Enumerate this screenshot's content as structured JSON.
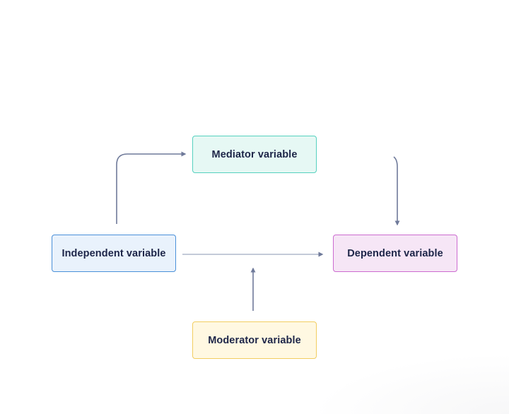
{
  "diagram": {
    "nodes": {
      "mediator": {
        "label": "Mediator variable",
        "border_color": "#55d1bf",
        "fill_color": "#e6f8f4"
      },
      "independent": {
        "label": "Independent variable",
        "border_color": "#4a90d9",
        "fill_color": "#e9f2fc"
      },
      "dependent": {
        "label": "Dependent variable",
        "border_color": "#cc6bd0",
        "fill_color": "#f6e6f6"
      },
      "moderator": {
        "label": "Moderator variable",
        "border_color": "#f2cd60",
        "fill_color": "#fff8e2"
      }
    },
    "edges": [
      {
        "from": "independent",
        "to": "mediator"
      },
      {
        "from": "mediator",
        "to": "dependent"
      },
      {
        "from": "independent",
        "to": "dependent"
      },
      {
        "from": "moderator",
        "to": "independent-dependent-edge"
      }
    ],
    "arrow_color": "#6f7a9a",
    "text_color": "#1d2548"
  }
}
